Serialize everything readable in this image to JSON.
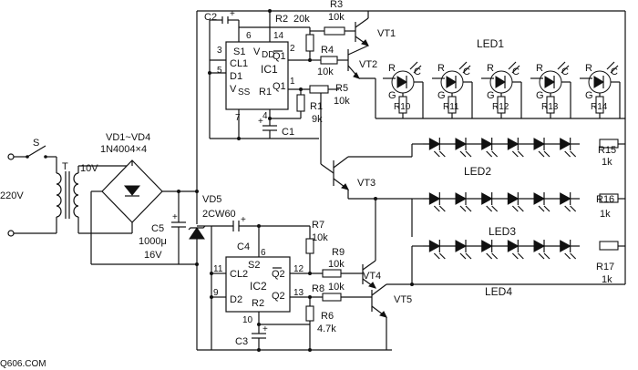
{
  "source": {
    "switch": "S",
    "transformer": "T",
    "mains": "220V",
    "secondary": "10V",
    "bridge_line1": "VD1~VD4",
    "bridge_line2": "1N4004×4",
    "cap_name": "C5",
    "cap_value": "1000μ",
    "cap_voltage": "16V",
    "zener_name": "VD5",
    "zener_type": "2CW60"
  },
  "ic1": {
    "name": "IC1",
    "pins": {
      "S1": "S1",
      "CL1": "CL1",
      "D1": "D1",
      "VDD": "V",
      "VDD_sub": "DD",
      "VSS": "V",
      "VSS_sub": "SS",
      "R1": "R1",
      "Q1b": "Q1",
      "Q1": "Q1"
    },
    "pin_numbers": {
      "p3": "3",
      "p5": "5",
      "p6": "6",
      "p14": "14",
      "p2": "2",
      "p1": "1",
      "p7": "7",
      "p4": "4"
    }
  },
  "ic2": {
    "name": "IC2",
    "pins": {
      "S2": "S2",
      "CL2": "CL2",
      "D2": "D2",
      "R2": "R2",
      "Q2b": "Q2",
      "Q2": "Q2"
    },
    "pin_numbers": {
      "p6": "6",
      "p11": "11",
      "p9": "9",
      "p12": "12",
      "p13": "13",
      "p10": "10"
    }
  },
  "components": {
    "C2": "C2",
    "C1": "C1",
    "C3": "C3",
    "C4": "C4",
    "R2": "R2",
    "R2_val": "20k",
    "R3": "R3",
    "R3_val": "10k",
    "R4": "R4",
    "R4_val": "10k",
    "R5": "R5",
    "R5_val": "10k",
    "R1": "R1",
    "R1_val": "9k",
    "R7": "R7",
    "R7_val": "10k",
    "R9": "R9",
    "R9_val": "10k",
    "R8": "R8",
    "R8_val": "10k",
    "R6": "R6",
    "R6_val": "4.7k",
    "R15": "R15",
    "R15_val": "1k",
    "R16": "R16",
    "R16_val": "1k",
    "R17": "R17",
    "R17_val": "1k",
    "VT1": "VT1",
    "VT2": "VT2",
    "VT3": "VT3",
    "VT4": "VT4",
    "VT5": "VT5",
    "R10": "R10",
    "R11": "R11",
    "R12": "R12",
    "R13": "R13",
    "R14": "R14"
  },
  "led_groups": {
    "LED1": "LED1",
    "LED2": "LED2",
    "LED3": "LED3",
    "LED4": "LED4"
  },
  "led1_pin_letters": {
    "R": "R",
    "G": "G",
    "C": "C"
  },
  "watermark": "Q606.COM"
}
